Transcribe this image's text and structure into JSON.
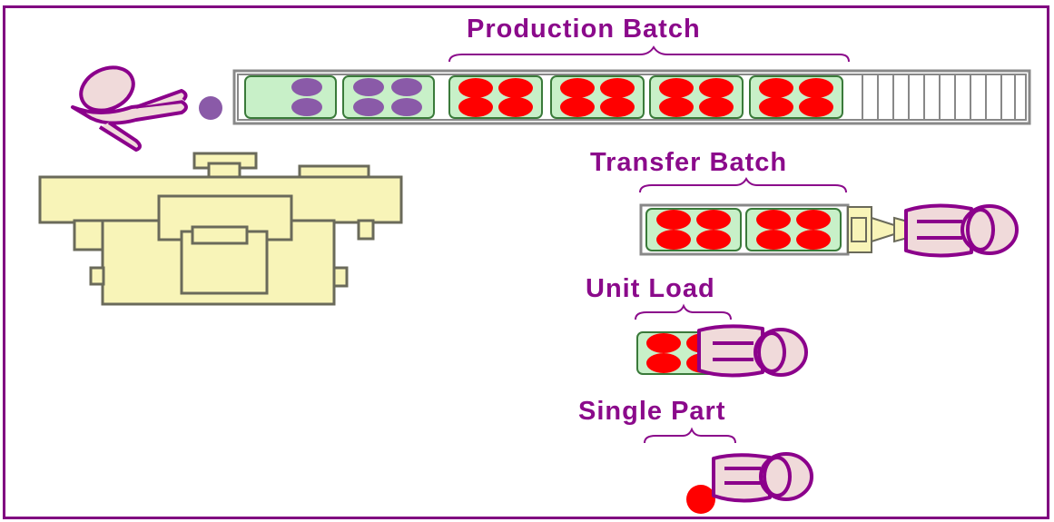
{
  "labels": {
    "production_batch": "Production Batch",
    "transfer_batch": "Transfer Batch",
    "unit_load": "Unit Load",
    "single_part": "Single Part"
  },
  "colors": {
    "frame": "#800080",
    "label": "#8b0a8b",
    "machine_fill": "#f8f4b8",
    "machine_stroke": "#6a6a5a",
    "container_fill": "#c8f0c8",
    "container_stroke": "#3a7a3a",
    "part_red": "#ff0000",
    "part_purple": "#8a5aa8",
    "hand_fill": "#f0dada",
    "hand_stroke": "#8b008b"
  },
  "icons": [
    "operator-hand-icon",
    "machine-icon",
    "conveyor-icon",
    "part-icon",
    "brace-icon"
  ]
}
